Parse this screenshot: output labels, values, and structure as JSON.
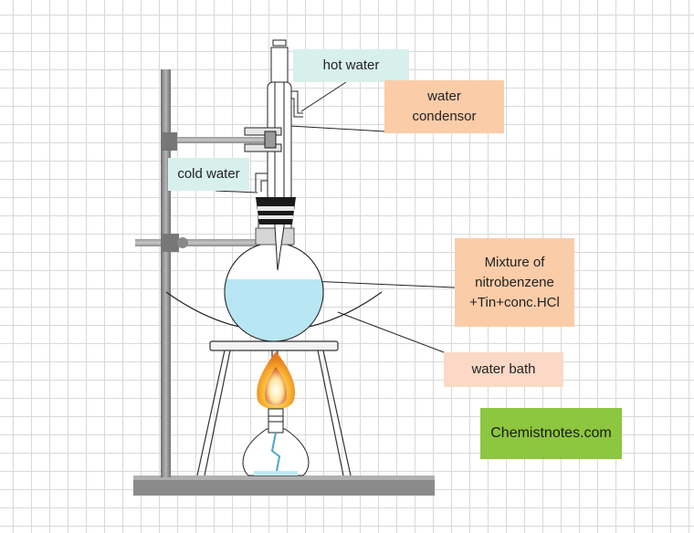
{
  "labels": {
    "hot_water": "hot water",
    "condenser_line1": "water",
    "condenser_line2": "condensor",
    "cold_water": "cold water",
    "mixture_line1": "Mixture of",
    "mixture_line2": "nitrobenzene",
    "mixture_line3": "+Tin+conc.HCl",
    "water_bath": "water bath"
  },
  "watermark": "Chemistnotes.com",
  "colors": {
    "grid_line": "#d9d9d9",
    "label_teal": "#d8f0ec",
    "label_orange": "#fbcca8",
    "label_peach": "#fbd9c6",
    "brand_green": "#8dc63f",
    "liquid": "#b8e6f2",
    "stand_gray": "#8a8a8a"
  }
}
